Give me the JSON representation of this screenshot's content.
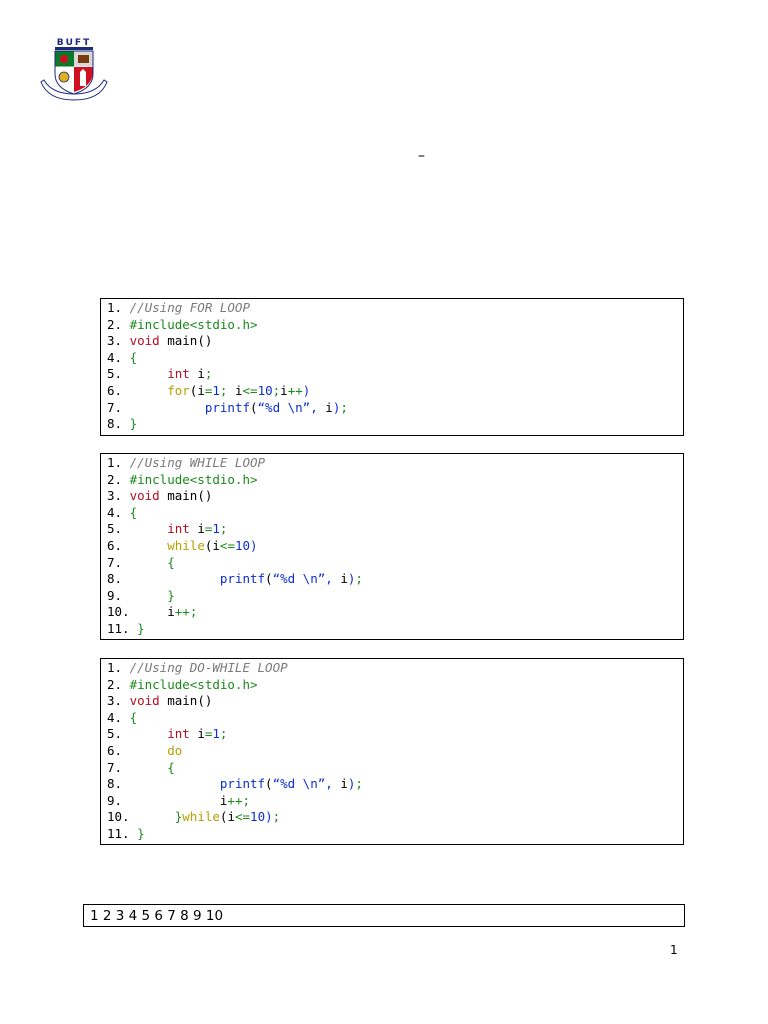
{
  "logo": {
    "text": "BUFT"
  },
  "header": {
    "dash": "–"
  },
  "code_blocks": [
    {
      "lines": [
        {
          "no": "1.",
          "code": "//Using FOR LOOP"
        },
        {
          "no": "2.",
          "code": "#include<stdio.h>"
        },
        {
          "no": "3.",
          "code": "void main()"
        },
        {
          "no": "4.",
          "code": "{"
        },
        {
          "no": "5.",
          "code": "     int i;"
        },
        {
          "no": "6.",
          "code": "     for(i=1; i<=10;i++)"
        },
        {
          "no": "7.",
          "code": "          printf(“%d \\n”, i);"
        },
        {
          "no": "8.",
          "code": "}"
        }
      ]
    },
    {
      "lines": [
        {
          "no": "1.",
          "code": "//Using WHILE LOOP"
        },
        {
          "no": "2.",
          "code": "#include<stdio.h>"
        },
        {
          "no": "3.",
          "code": "void main()"
        },
        {
          "no": "4.",
          "code": "{"
        },
        {
          "no": "5.",
          "code": "     int i=1;"
        },
        {
          "no": "6.",
          "code": "     while(i<=10)"
        },
        {
          "no": "7.",
          "code": "     {"
        },
        {
          "no": "8.",
          "code": "            printf(“%d \\n”, i);"
        },
        {
          "no": "9.",
          "code": "     }"
        },
        {
          "no": "10.",
          "code": "    i++;"
        },
        {
          "no": "11.",
          "code": "}"
        }
      ]
    },
    {
      "lines": [
        {
          "no": "1.",
          "code": "//Using DO-WHILE LOOP"
        },
        {
          "no": "2.",
          "code": "#include<stdio.h>"
        },
        {
          "no": "3.",
          "code": "void main()"
        },
        {
          "no": "4.",
          "code": "{"
        },
        {
          "no": "5.",
          "code": "     int i=1;"
        },
        {
          "no": "6.",
          "code": "     do"
        },
        {
          "no": "7.",
          "code": "     {"
        },
        {
          "no": "8.",
          "code": "            printf(“%d \\n”, i);"
        },
        {
          "no": "9.",
          "code": "            i++;"
        },
        {
          "no": "10.",
          "code": "     }while(i<=10);"
        },
        {
          "no": "11.",
          "code": "}"
        }
      ]
    }
  ],
  "output": {
    "text": "1 2 3 4 5 6 7 8 9 10"
  },
  "footer": {
    "page_number": "1"
  },
  "colors": {
    "comment": "#7a7a7a",
    "preprocessor": "#1a8a1a",
    "type": "#b01020",
    "keyword": "#b5a000",
    "number": "#0b2fd0",
    "function": "#0b2fd0"
  }
}
